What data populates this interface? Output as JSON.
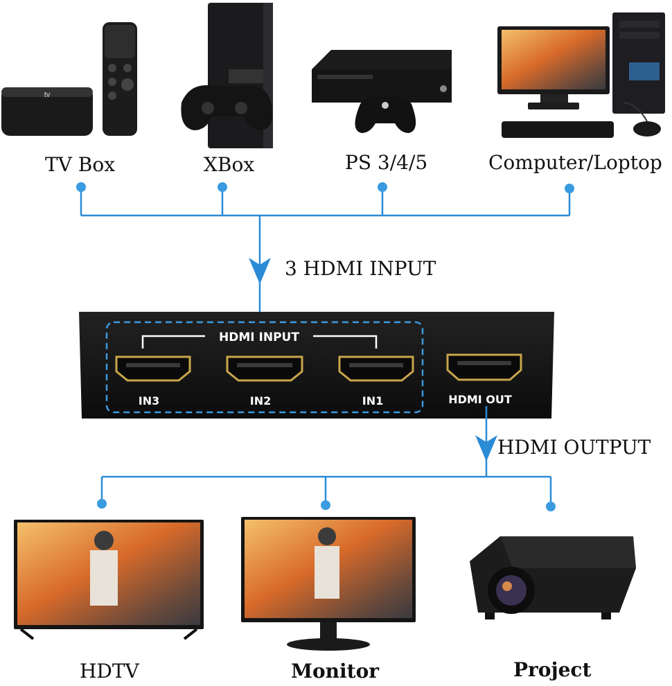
{
  "sources": {
    "tv_box": "TV Box",
    "xbox": "XBox",
    "ps": "PS 3/4/5",
    "computer": "Computer/Loptop"
  },
  "arrows": {
    "input_label": "3 HDMI INPUT",
    "output_label": "HDMI OUTPUT"
  },
  "switch": {
    "group_label": "HDMI INPUT",
    "ports": [
      "IN3",
      "IN2",
      "IN1"
    ],
    "out_label": "HDMI OUT"
  },
  "displays": {
    "hdtv": "HDTV",
    "monitor": "Monitor",
    "projector": "Project"
  },
  "colors": {
    "line": "#2a8bd6",
    "dot": "#3a9be0",
    "switch_body": "#141414",
    "port_gold": "#c9a64a"
  },
  "icons": {
    "tv_box": "apple-tv-box-icon",
    "xbox": "game-console-icon",
    "ps": "xbox-console-icon",
    "computer": "desktop-computer-icon",
    "hdtv": "television-icon",
    "monitor": "monitor-icon",
    "projector": "projector-icon"
  }
}
